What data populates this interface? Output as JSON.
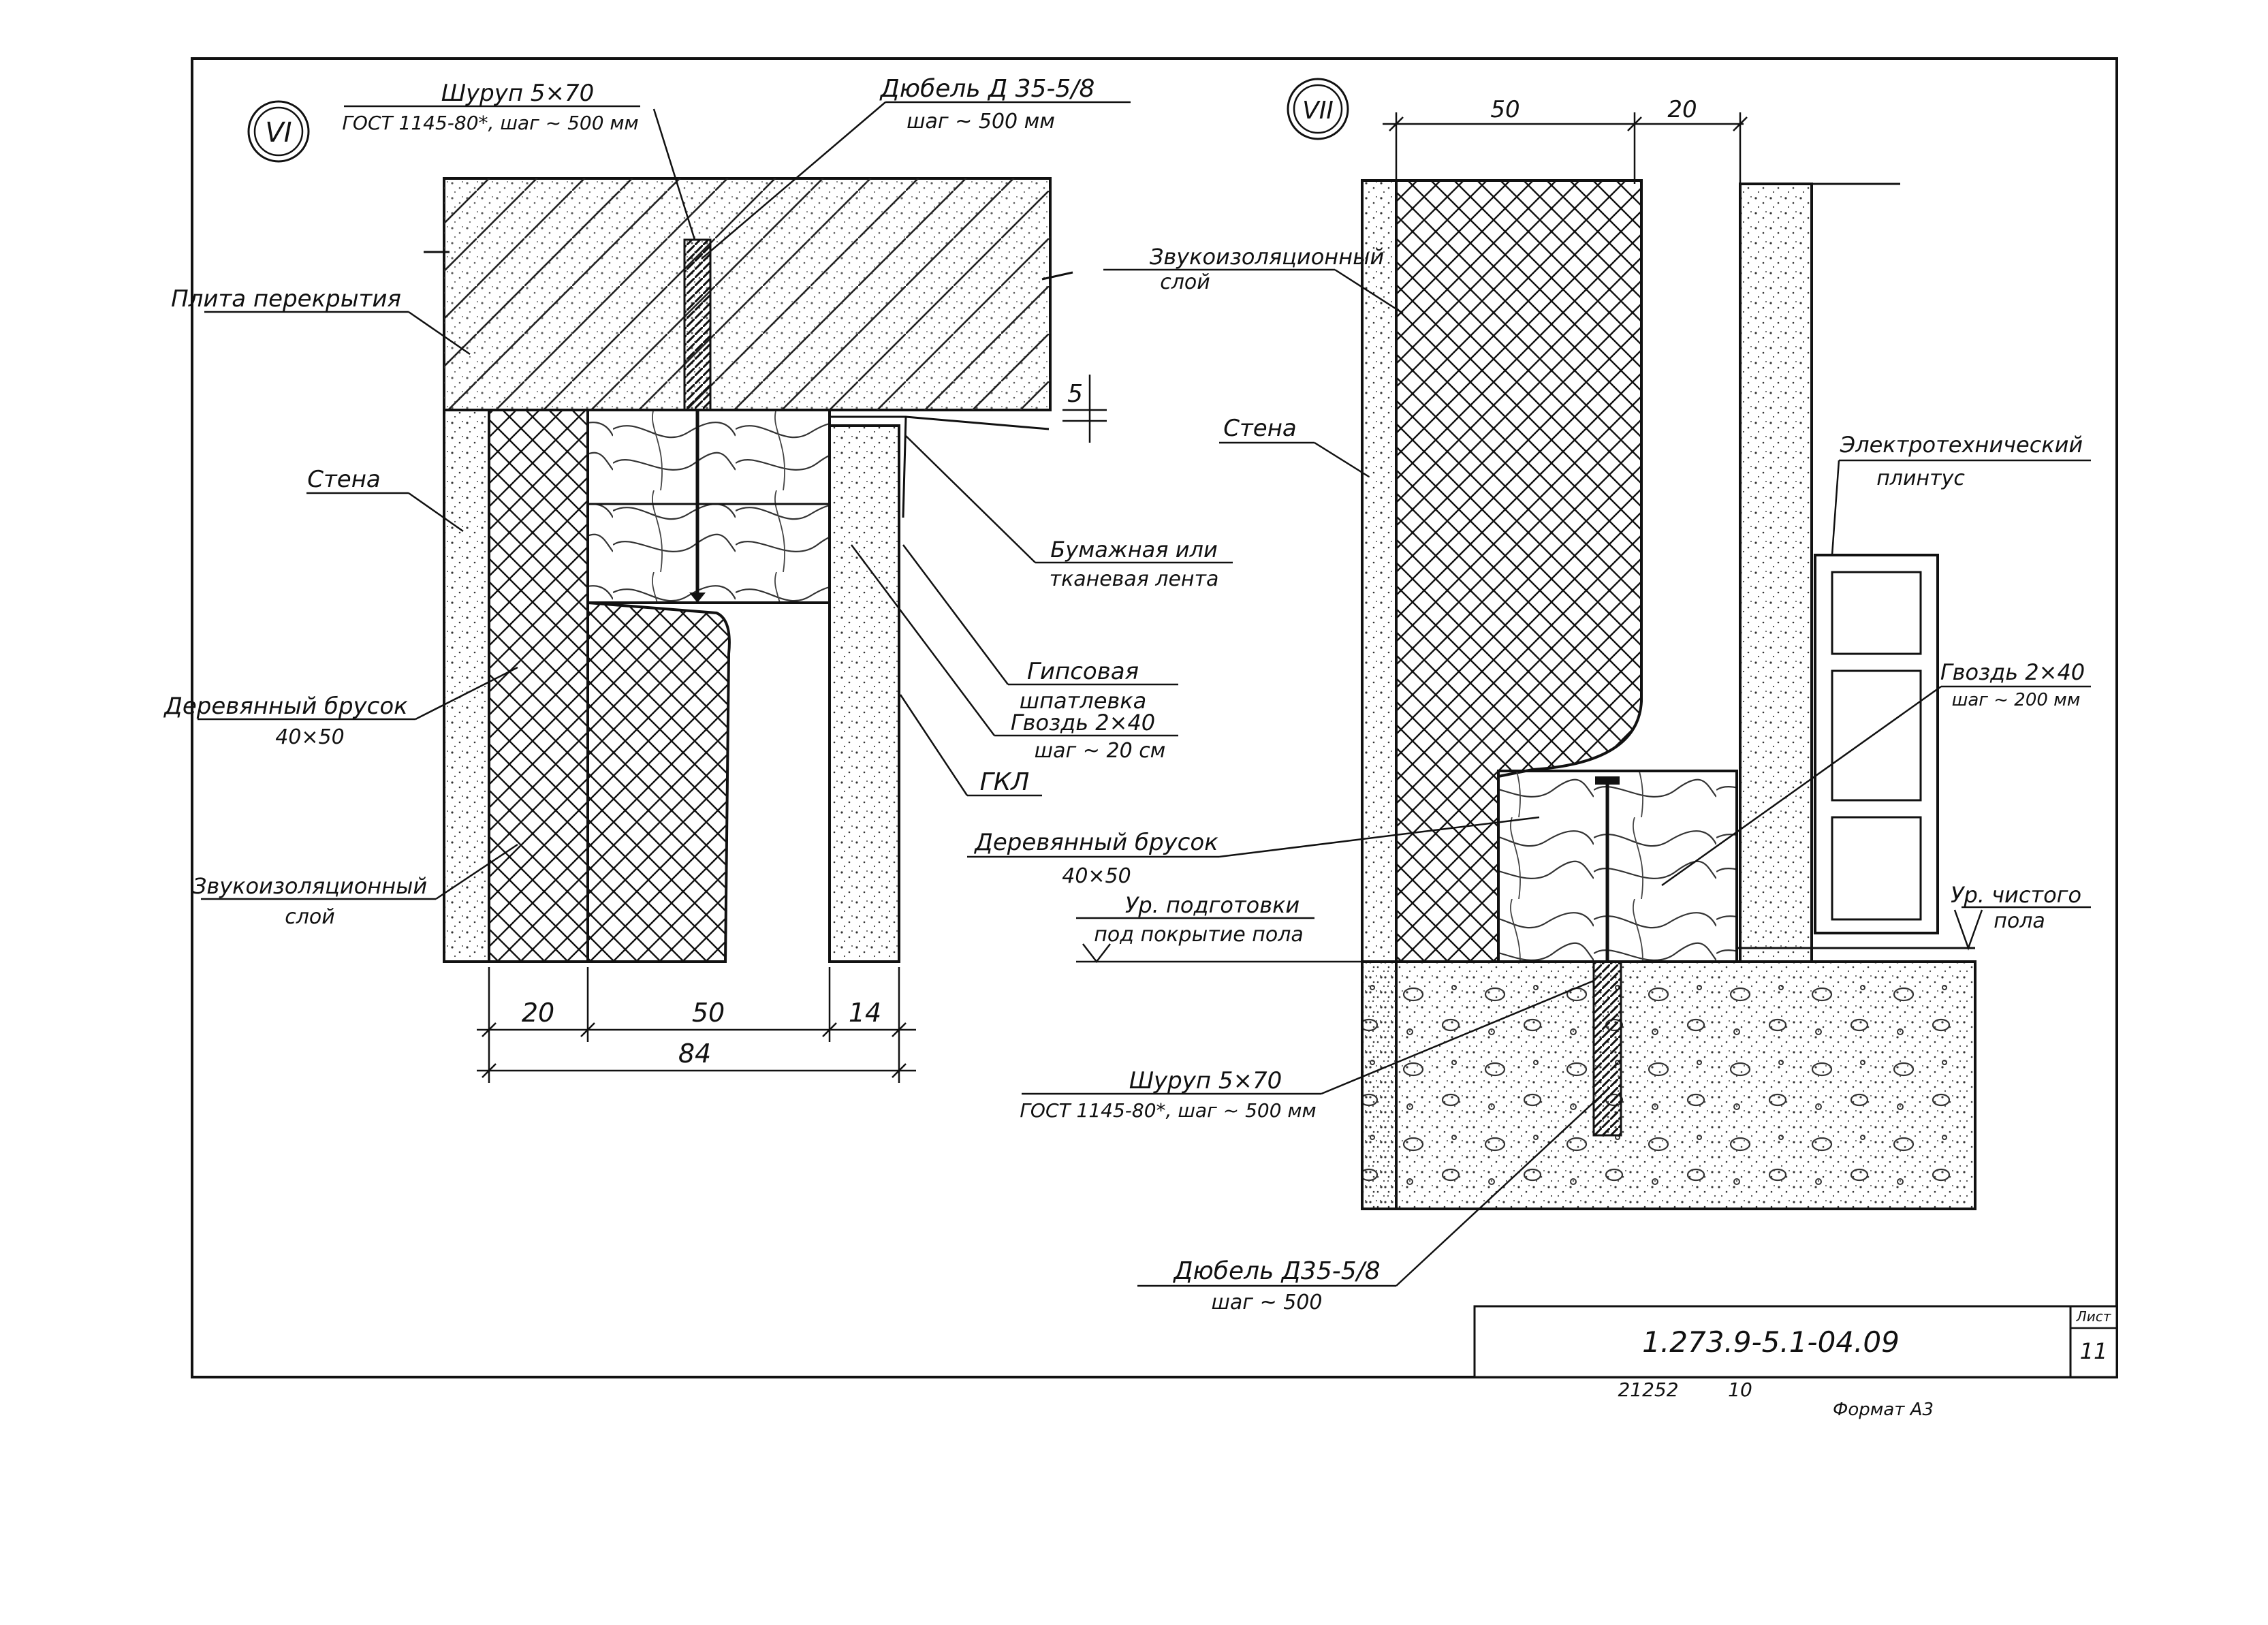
{
  "detail_vi": {
    "marker": "VI",
    "screw": {
      "name": "Шуруп 5×70",
      "spec": "ГОСТ 1145-80*, шаг ~ 500 мм"
    },
    "dowel": {
      "name": "Дюбель Д 35-5/8",
      "spec": "шаг ~ 500 мм"
    },
    "slab_label": "Плита перекрытия",
    "wall_label": "Стена",
    "bar": {
      "name": "Деревянный брусок",
      "size": "40×50"
    },
    "insulation": {
      "line1": "Звукоизоляционный",
      "line2": "слой"
    },
    "tape": {
      "line1": "Бумажная или",
      "line2": "тканевая лента"
    },
    "putty": {
      "line1": "Гипсовая",
      "line2": "шпатлевка"
    },
    "nail": {
      "name": "Гвоздь 2×40",
      "spec": "шаг ~ 20 см"
    },
    "gkl_label": "ГКЛ",
    "dim_gap": "5",
    "dims": [
      "20",
      "50",
      "14"
    ],
    "dim_total": "84"
  },
  "detail_vii": {
    "marker": "VII",
    "dims_top": [
      "50",
      "20"
    ],
    "insulation": {
      "line1": "Звукоизоляционный",
      "line2": "слой"
    },
    "wall_label": "Стена",
    "plinth": {
      "line1": "Электротехнический",
      "line2": "плинтус"
    },
    "nail": {
      "name": "Гвоздь 2×40",
      "spec": "шаг ~ 200 мм"
    },
    "bar": {
      "name": "Деревянный брусок",
      "size": "40×50"
    },
    "prep_level": {
      "line1": "Ур. подготовки",
      "line2": "под покрытие пола"
    },
    "clean_floor": {
      "line1": "Ур. чистого",
      "line2": "пола"
    },
    "screw": {
      "name": "Шуруп 5×70",
      "spec": "ГОСТ 1145-80*, шаг ~ 500 мм"
    },
    "dowel": {
      "name": "Дюбель Д35-5/8",
      "spec": "шаг ~ 500"
    }
  },
  "stamp": {
    "code": "1.273.9-5.1-04.09",
    "sheet_label": "Лист",
    "sheet_no": "11"
  },
  "footer": {
    "inv": "21252",
    "page": "10",
    "format": "Формат А3"
  }
}
